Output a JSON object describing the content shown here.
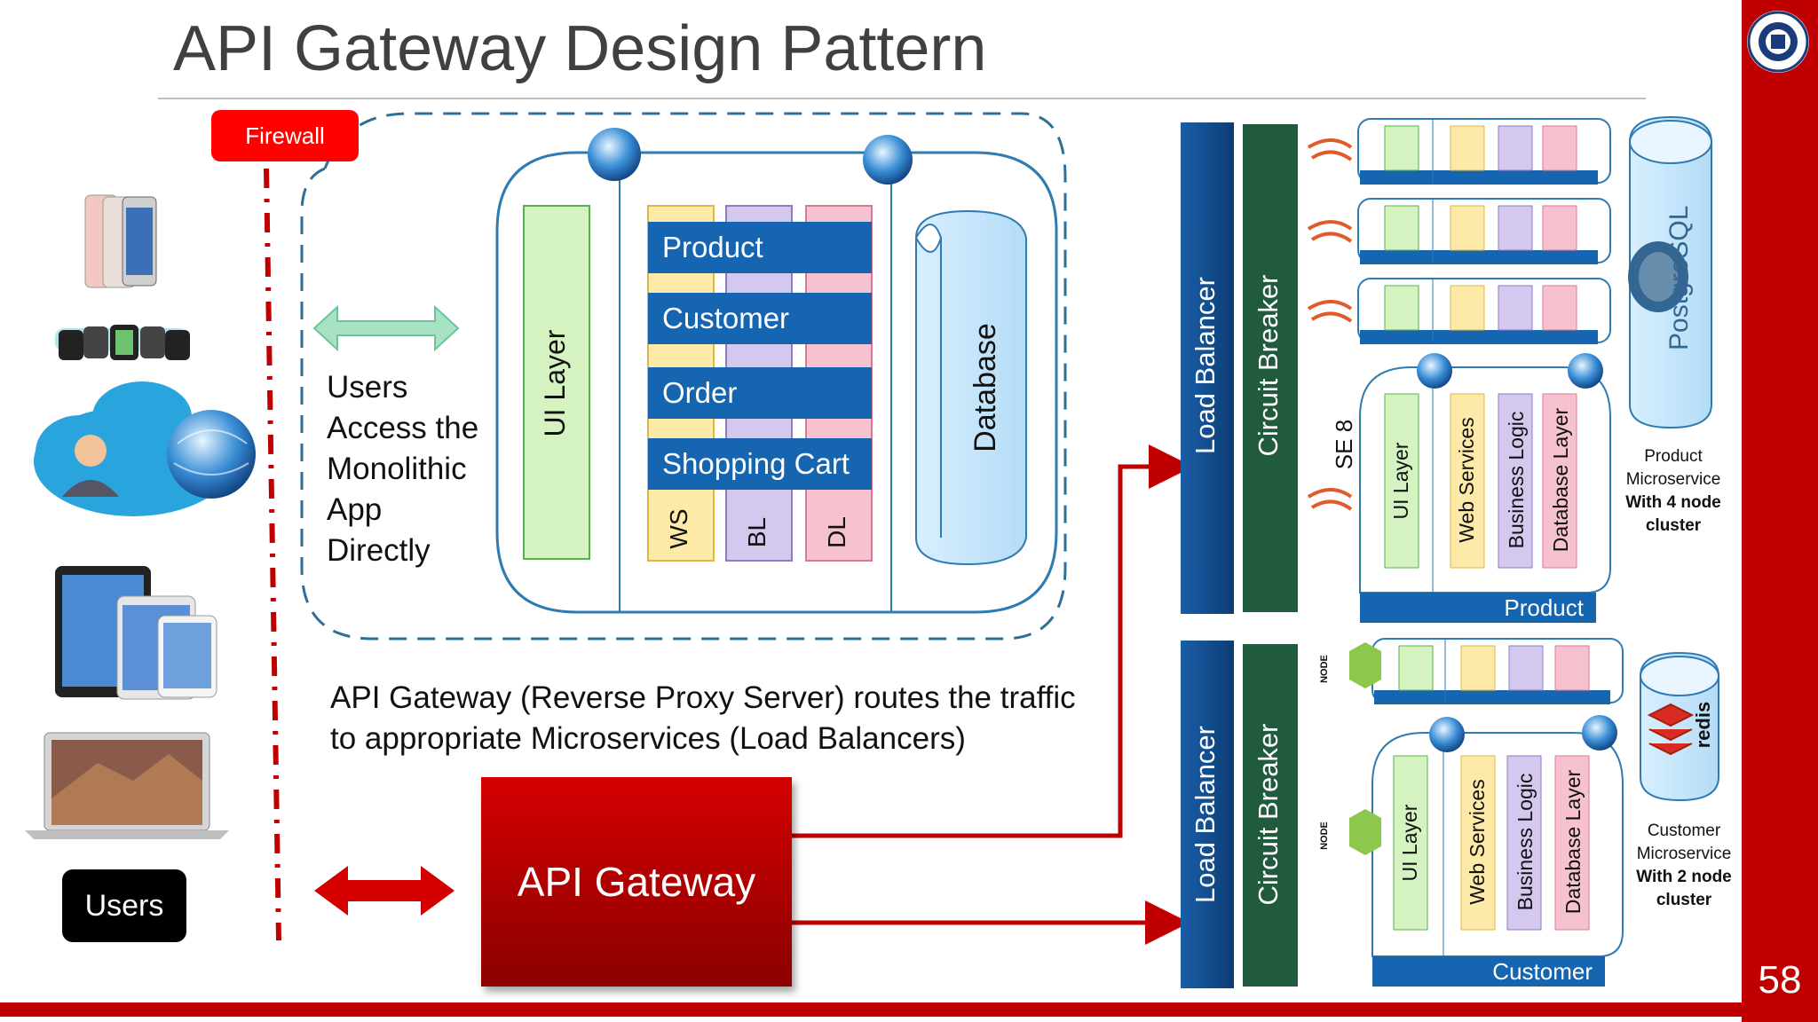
{
  "slide": {
    "title": "API Gateway Design Pattern",
    "page_number": "58"
  },
  "left": {
    "firewall_label": "Firewall",
    "users_label": "Users",
    "monolith_text_lines": [
      "Users",
      "Access the",
      "Monolithic",
      "App",
      "Directly"
    ],
    "device_icons": [
      "smartphone-icon",
      "smartwatch-icon",
      "cloud-user-icon",
      "globe-icon",
      "tablet-icon",
      "laptop-icon"
    ]
  },
  "monolith": {
    "ui_layer": "UI Layer",
    "modules": [
      "Product",
      "Customer",
      "Order",
      "Shopping Cart"
    ],
    "layers": [
      "WS",
      "BL",
      "DL"
    ],
    "database": "Database"
  },
  "gateway": {
    "description_line1": "API Gateway (Reverse Proxy Server) routes the traffic",
    "description_line2": "to appropriate Microservices (Load Balancers)",
    "label": "API Gateway"
  },
  "product_service": {
    "load_balancer": "Load Balancer",
    "circuit_breaker": "Circuit Breaker",
    "runtime": "SE 8",
    "layers": [
      "UI Layer",
      "Web Services",
      "Business Logic",
      "Database Layer"
    ],
    "footer": "Product",
    "db_logo": "PostgreSQL",
    "caption": [
      "Product",
      "Microservice"
    ],
    "caption_bold": [
      "With 4 node",
      "cluster"
    ]
  },
  "customer_service": {
    "load_balancer": "Load Balancer",
    "circuit_breaker": "Circuit Breaker",
    "layers": [
      "UI Layer",
      "Web Services",
      "Business Logic",
      "Database Layer"
    ],
    "footer": "Customer",
    "db_logo": "redis",
    "node_badge": "NODE",
    "caption": [
      "Customer",
      "Microservice"
    ],
    "caption_bold": [
      "With 2 node",
      "cluster"
    ]
  },
  "colors": {
    "accent_red": "#c00000",
    "firewall_red": "#ff0000",
    "service_blue": "#1565b0",
    "lb_blue": "#0f4c8c",
    "cb_green": "#1f5b3c",
    "ui_green": "#d4f3c0",
    "ws_yellow": "#fde9a8",
    "bl_purple": "#d4c8ee",
    "dl_pink": "#f6c2cf",
    "db_blue": "#cfeafc"
  }
}
